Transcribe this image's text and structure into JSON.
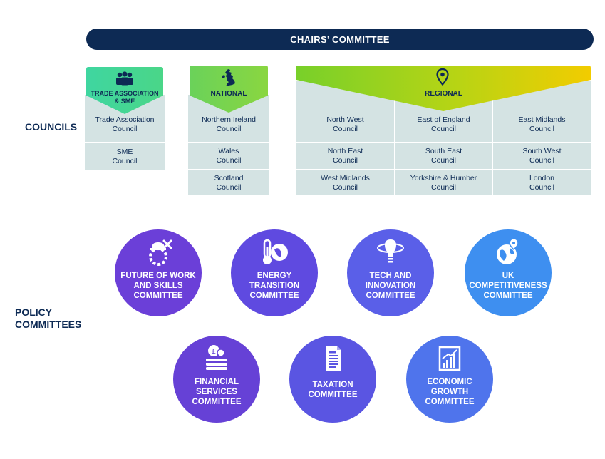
{
  "chairs": {
    "label": "CHAIRS’ COMMITTEE"
  },
  "side_labels": {
    "councils": "COUNCILS",
    "policy_line1": "POLICY",
    "policy_line2": "COMMITTEES"
  },
  "groups": {
    "trade": {
      "header_line1": "TRADE ASSOCIATION",
      "header_line2": "& SME",
      "icon": "people-group-icon",
      "cells": [
        {
          "l1": "Trade Association",
          "l2": "Council"
        },
        {
          "l1": "SME",
          "l2": "Council"
        }
      ]
    },
    "national": {
      "header": "NATIONAL",
      "icon": "uk-map-icon",
      "cells": [
        {
          "l1": "Northern Ireland",
          "l2": "Council"
        },
        {
          "l1": "Wales",
          "l2": "Council"
        },
        {
          "l1": "Scotland",
          "l2": "Council"
        }
      ]
    },
    "regional": {
      "header": "REGIONAL",
      "icon": "location-pin-icon",
      "cells": [
        {
          "l1": "North West",
          "l2": "Council"
        },
        {
          "l1": "East of England",
          "l2": "Council"
        },
        {
          "l1": "East Midlands",
          "l2": "Council"
        },
        {
          "l1": "North East",
          "l2": "Council"
        },
        {
          "l1": "South East",
          "l2": "Council"
        },
        {
          "l1": "South West",
          "l2": "Council"
        },
        {
          "l1": "West Midlands",
          "l2": "Council"
        },
        {
          "l1": "Yorkshire & Humber",
          "l2": "Council"
        },
        {
          "l1": "London",
          "l2": "Council"
        }
      ]
    }
  },
  "committees": [
    {
      "lines": [
        "FUTURE OF WORK",
        "AND SKILLS",
        "COMMITTEE"
      ],
      "icon": "worker-tools-icon",
      "color": "#6b3fd8"
    },
    {
      "lines": [
        "ENERGY",
        "TRANSITION",
        "COMMITTEE"
      ],
      "icon": "thermometer-globe-icon",
      "color": "#5f4ae0"
    },
    {
      "lines": [
        "TECH AND",
        "INNOVATION",
        "COMMITTEE"
      ],
      "icon": "lightbulb-atom-icon",
      "color": "#5a5fe8"
    },
    {
      "lines": [
        "UK",
        "COMPETITIVENESS",
        "COMMITTEE"
      ],
      "icon": "globe-pin-icon",
      "color": "#3e8ff0"
    },
    {
      "lines": [
        "FINANCIAL",
        "SERVICES",
        "COMMITTEE"
      ],
      "icon": "coin-stack-icon",
      "color": "#6641d6"
    },
    {
      "lines": [
        "TAXATION",
        "COMMITTEE"
      ],
      "icon": "document-icon",
      "color": "#5a55e2"
    },
    {
      "lines": [
        "ECONOMIC",
        "GROWTH",
        "COMMITTEE"
      ],
      "icon": "growth-chart-icon",
      "color": "#4f74ec"
    }
  ],
  "colors": {
    "navy": "#0d2a54",
    "cell": "#d4e3e3",
    "trade_gradient": [
      "#3fd6a0",
      "#4ad688"
    ],
    "national_gradient": [
      "#6ad25a",
      "#8ad640"
    ],
    "regional_gradient": [
      "#78d02a",
      "#f2cc00"
    ]
  }
}
